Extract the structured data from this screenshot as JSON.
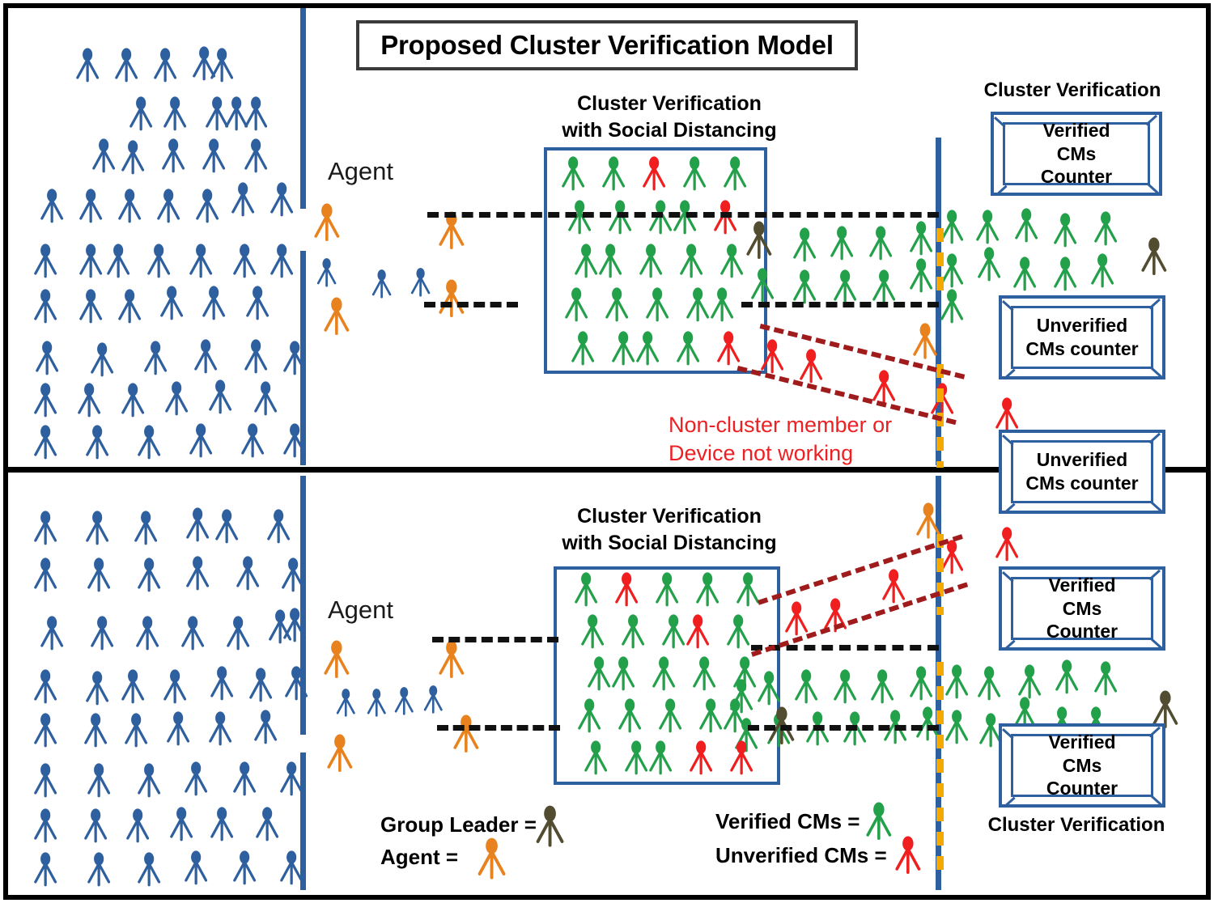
{
  "title": "Proposed Cluster Verification Model",
  "colors": {
    "unverified_blue": "#2E5F9E",
    "agent_orange": "#E8821E",
    "verified_green": "#22A04A",
    "unverified_red": "#F01E1E",
    "group_leader_olive": "#524C30",
    "divider_blue": "#2E5F9E",
    "accent_yellow": "#F5A800",
    "note_red": "#ED2024",
    "frame_black": "#000000"
  },
  "top_section": {
    "agent_label": "Agent",
    "verification_heading": "Cluster Verification\nwith Social Distancing",
    "cluster_verification_caption": "Cluster Verification",
    "red_note": "Non-cluster member or\nDevice not working",
    "counters": [
      {
        "label": "Verified\nCMs\nCounter"
      },
      {
        "label": "Unverified\nCMs counter"
      },
      {
        "label": "Unverified\nCMs counter"
      }
    ],
    "grid": [
      [
        "verified",
        "verified",
        "unverified",
        "verified",
        "verified"
      ],
      [
        "verified",
        "verified",
        "verified",
        "verified",
        "unverified"
      ],
      [
        "verified",
        "verified",
        "verified",
        "verified",
        "verified"
      ],
      [
        "verified",
        "verified",
        "verified",
        "verified",
        "verified"
      ],
      [
        "verified",
        "verified",
        "verified",
        "verified",
        "unverified"
      ]
    ]
  },
  "bottom_section": {
    "agent_label": "Agent",
    "verification_heading": "Cluster Verification\nwith Social Distancing",
    "cluster_verification_caption": "Cluster  Verification",
    "counters": [
      {
        "label": "Verified\nCMs\nCounter"
      },
      {
        "label": "Verified\nCMs\nCounter"
      }
    ],
    "grid": [
      [
        "verified",
        "unverified",
        "verified",
        "verified",
        "verified"
      ],
      [
        "verified",
        "verified",
        "verified",
        "unverified",
        "verified"
      ],
      [
        "verified",
        "verified",
        "verified",
        "verified",
        "verified"
      ],
      [
        "verified",
        "verified",
        "verified",
        "verified",
        "verified"
      ],
      [
        "verified",
        "verified",
        "verified",
        "unverified",
        "unverified"
      ]
    ]
  },
  "legend": [
    {
      "label": "Group Leader =",
      "role": "group-leader",
      "color": "#524C30"
    },
    {
      "label": "Agent =",
      "role": "agent",
      "color": "#E8821E"
    },
    {
      "label": "Verified CMs =",
      "role": "verified",
      "color": "#22A04A"
    },
    {
      "label": "Unverified CMs =",
      "role": "unverified",
      "color": "#F01E1E"
    }
  ],
  "figures": {
    "top_crowd_blue": [
      [
        92,
        58
      ],
      [
        140,
        58
      ],
      [
        188,
        58
      ],
      [
        236,
        56
      ],
      [
        258,
        58
      ],
      [
        158,
        118
      ],
      [
        200,
        118
      ],
      [
        252,
        118
      ],
      [
        276,
        118
      ],
      [
        300,
        118
      ],
      [
        112,
        170
      ],
      [
        148,
        172
      ],
      [
        198,
        170
      ],
      [
        248,
        170
      ],
      [
        300,
        170
      ],
      [
        48,
        232
      ],
      [
        96,
        232
      ],
      [
        144,
        232
      ],
      [
        192,
        232
      ],
      [
        240,
        232
      ],
      [
        284,
        224
      ],
      [
        332,
        224
      ],
      [
        40,
        300
      ],
      [
        96,
        300
      ],
      [
        130,
        300
      ],
      [
        180,
        300
      ],
      [
        232,
        300
      ],
      [
        286,
        300
      ],
      [
        332,
        300
      ],
      [
        40,
        356
      ],
      [
        96,
        356
      ],
      [
        144,
        356
      ],
      [
        196,
        352
      ],
      [
        248,
        352
      ],
      [
        302,
        352
      ],
      [
        42,
        420
      ],
      [
        110,
        422
      ],
      [
        176,
        420
      ],
      [
        238,
        418
      ],
      [
        300,
        418
      ],
      [
        348,
        420
      ],
      [
        40,
        472
      ],
      [
        94,
        472
      ],
      [
        148,
        472
      ],
      [
        202,
        470
      ],
      [
        256,
        468
      ],
      [
        312,
        470
      ],
      [
        40,
        524
      ],
      [
        104,
        524
      ],
      [
        168,
        524
      ],
      [
        232,
        522
      ],
      [
        296,
        522
      ],
      [
        348,
        522
      ]
    ],
    "top_agents_orange": [
      [
        386,
        250
      ],
      [
        540,
        260
      ],
      [
        398,
        366
      ],
      [
        540,
        344
      ]
    ],
    "top_mid_blue": [
      [
        390,
        318
      ],
      [
        458,
        332
      ],
      [
        506,
        330
      ]
    ],
    "top_right_green": [
      [
        978,
        280
      ],
      [
        1024,
        278
      ],
      [
        1072,
        278
      ],
      [
        1122,
        272
      ],
      [
        1160,
        258
      ],
      [
        1204,
        258
      ],
      [
        1252,
        256
      ],
      [
        1300,
        262
      ],
      [
        1350,
        260
      ],
      [
        926,
        330
      ],
      [
        978,
        332
      ],
      [
        1028,
        332
      ],
      [
        1076,
        332
      ],
      [
        1122,
        318
      ],
      [
        1160,
        312
      ],
      [
        1206,
        304
      ],
      [
        1250,
        316
      ],
      [
        1300,
        316
      ],
      [
        1346,
        312
      ],
      [
        1160,
        356
      ]
    ],
    "top_right_leaders": [
      [
        920,
        272
      ],
      [
        1408,
        292
      ]
    ],
    "top_red_flow": [
      [
        938,
        418
      ],
      [
        986,
        430
      ],
      [
        1076,
        456
      ],
      [
        1148,
        472
      ],
      [
        1228,
        490
      ]
    ],
    "top_extra_agent": [
      [
        1126,
        398
      ]
    ],
    "bottom_crowd_blue": [
      [
        40,
        630
      ],
      [
        104,
        630
      ],
      [
        164,
        630
      ],
      [
        228,
        626
      ],
      [
        264,
        628
      ],
      [
        328,
        628
      ],
      [
        40,
        688
      ],
      [
        106,
        688
      ],
      [
        168,
        688
      ],
      [
        228,
        686
      ],
      [
        290,
        686
      ],
      [
        346,
        688
      ],
      [
        48,
        760
      ],
      [
        110,
        760
      ],
      [
        166,
        760
      ],
      [
        222,
        760
      ],
      [
        278,
        760
      ],
      [
        330,
        752
      ],
      [
        348,
        750
      ],
      [
        40,
        826
      ],
      [
        104,
        828
      ],
      [
        148,
        826
      ],
      [
        200,
        826
      ],
      [
        258,
        822
      ],
      [
        306,
        824
      ],
      [
        350,
        822
      ],
      [
        40,
        880
      ],
      [
        102,
        880
      ],
      [
        152,
        880
      ],
      [
        204,
        878
      ],
      [
        256,
        878
      ],
      [
        312,
        876
      ],
      [
        40,
        942
      ],
      [
        106,
        942
      ],
      [
        168,
        942
      ],
      [
        226,
        940
      ],
      [
        286,
        940
      ],
      [
        344,
        940
      ],
      [
        40,
        998
      ],
      [
        102,
        998
      ],
      [
        154,
        998
      ],
      [
        208,
        996
      ],
      [
        258,
        996
      ],
      [
        314,
        996
      ],
      [
        40,
        1052
      ],
      [
        106,
        1052
      ],
      [
        168,
        1052
      ],
      [
        226,
        1050
      ],
      [
        286,
        1050
      ],
      [
        344,
        1050
      ]
    ],
    "bottom_agents_orange": [
      [
        398,
        790
      ],
      [
        540,
        790
      ],
      [
        402,
        906
      ],
      [
        558,
        882
      ]
    ],
    "bottom_mid_blue": [
      [
        414,
        850
      ],
      [
        452,
        850
      ],
      [
        486,
        848
      ],
      [
        522,
        846
      ]
    ],
    "bottom_right_green": [
      [
        900,
        838
      ],
      [
        934,
        828
      ],
      [
        980,
        826
      ],
      [
        1028,
        826
      ],
      [
        1074,
        826
      ],
      [
        1122,
        822
      ],
      [
        1166,
        820
      ],
      [
        1206,
        822
      ],
      [
        1256,
        820
      ],
      [
        1302,
        814
      ],
      [
        1350,
        816
      ],
      [
        906,
        886
      ],
      [
        946,
        880
      ],
      [
        994,
        878
      ],
      [
        1040,
        878
      ],
      [
        1090,
        876
      ],
      [
        1130,
        872
      ],
      [
        1166,
        876
      ],
      [
        1208,
        880
      ],
      [
        1250,
        860
      ],
      [
        1296,
        872
      ],
      [
        1338,
        872
      ]
    ],
    "bottom_right_leaders": [
      [
        948,
        872
      ],
      [
        1422,
        852
      ]
    ],
    "bottom_red_flow": [
      [
        968,
        742
      ],
      [
        1016,
        738
      ],
      [
        1088,
        702
      ],
      [
        1160,
        666
      ],
      [
        1228,
        650
      ]
    ],
    "bottom_extra_agent": [
      [
        1130,
        620
      ]
    ]
  }
}
